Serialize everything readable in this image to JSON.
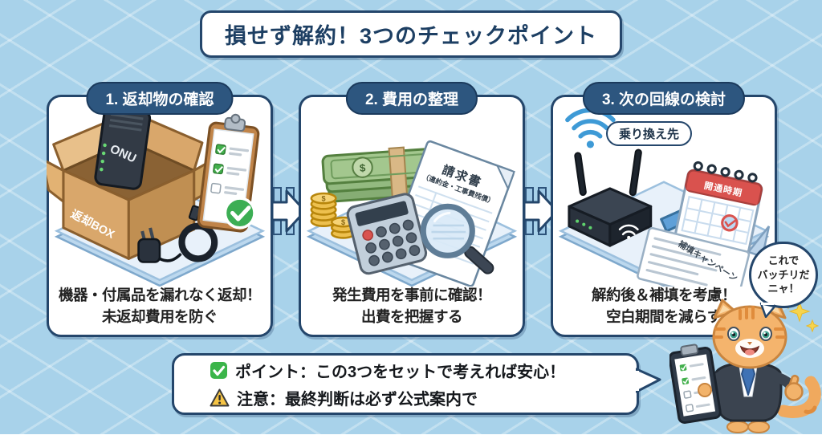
{
  "title": "損せず解約！3つのチェックポイント",
  "panels": [
    {
      "header": "1. 返却物の確認",
      "caption_line1": "機器・付属品を漏れなく返却！",
      "caption_line2": "未返却費用を防ぐ",
      "box_label": "返却BOX",
      "device_label": "ONU"
    },
    {
      "header": "2. 費用の整理",
      "caption_line1": "発生費用を事前に確認！",
      "caption_line2": "出費を把握する",
      "invoice_title": "請求書",
      "invoice_subtitle": "（違約金・工事費残債）",
      "currency": "$"
    },
    {
      "header": "3. 次の回線の検討",
      "caption_line1": "解約後＆補填を考慮！",
      "caption_line2": "空白期間を減らす",
      "switch_label": "乗り換え先",
      "calendar_label": "開通時期",
      "campaign_label": "補填キャンペーン"
    }
  ],
  "summary": {
    "point_text": "ポイント：この3つをセットで考えれば安心！",
    "caution_text": "注意：最終判断は必ず公式案内で"
  },
  "speech_bubble": {
    "line1": "これで",
    "line2": "バッチリだ",
    "line3": "ニャ！"
  },
  "icons": {
    "point": "check-icon",
    "caution": "warning-icon"
  },
  "colors": {
    "background": "#a8d2ea",
    "panel_border": "#24466b",
    "header_pill": "#2d567f",
    "title_text": "#1d3f63",
    "arrow_blue": "#5fa0d8",
    "check_green": "#3bb54a",
    "warning_yellow": "#f6c445",
    "calendar_red": "#d9524e",
    "money_green": "#a3c78e",
    "cardboard": "#d9a76b",
    "cat_orange": "#f4b46d"
  }
}
